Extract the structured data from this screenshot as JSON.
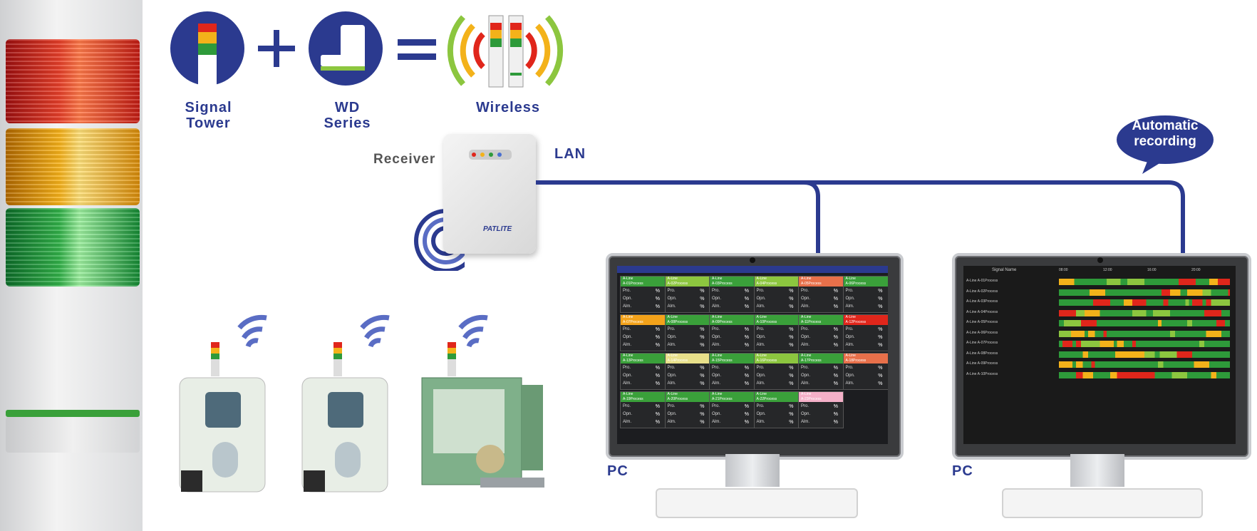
{
  "legend": {
    "signal_tower": "Signal\nTower",
    "wd_series": "WD\nSeries",
    "wireless": "Wireless",
    "plus": "+",
    "equals": "="
  },
  "network": {
    "receiver_label": "Receiver",
    "lan_label": "LAN",
    "auto_recording": "Automatic\nrecording",
    "pc_left": "PC",
    "pc_right": "PC",
    "receiver_brand": "PATLITE"
  },
  "colors": {
    "brand_blue": "#2b3a8f",
    "red": "#e0261b",
    "amber": "#f3b21a",
    "green": "#2e9a3a",
    "lime": "#8cc63f"
  },
  "dashboard": {
    "tiles": [
      {
        "line": "A-Line",
        "name": "A-01Process",
        "color": "#3aa03a",
        "v1": "%",
        "v2": "%",
        "v3": "%"
      },
      {
        "line": "A-Line",
        "name": "A-02Process",
        "color": "#8cc63f",
        "v1": "%",
        "v2": "%",
        "v3": "%"
      },
      {
        "line": "A-Line",
        "name": "A-03Process",
        "color": "#3aa03a",
        "v1": "%",
        "v2": "%",
        "v3": "%"
      },
      {
        "line": "A-Line",
        "name": "A-04Process",
        "color": "#8cc63f",
        "v1": "%",
        "v2": "%",
        "v3": "%"
      },
      {
        "line": "A-Line",
        "name": "A-05Process",
        "color": "#e8704a",
        "v1": "%",
        "v2": "%",
        "v3": "%"
      },
      {
        "line": "A-Line",
        "name": "A-06Process",
        "color": "#3aa03a",
        "v1": "%",
        "v2": "%",
        "v3": "%"
      },
      {
        "line": "A-Line",
        "name": "A-07Process",
        "color": "#f3a21a",
        "v1": "%",
        "v2": "%",
        "v3": "%"
      },
      {
        "line": "A-Line",
        "name": "A-08Process",
        "color": "#3aa03a",
        "v1": "%",
        "v2": "%",
        "v3": "%"
      },
      {
        "line": "A-Line",
        "name": "A-09Process",
        "color": "#3aa03a",
        "v1": "%",
        "v2": "%",
        "v3": "%"
      },
      {
        "line": "A-Line",
        "name": "A-10Process",
        "color": "#3aa03a",
        "v1": "%",
        "v2": "%",
        "v3": "%"
      },
      {
        "line": "A-Line",
        "name": "A-11Process",
        "color": "#3aa03a",
        "v1": "%",
        "v2": "%",
        "v3": "%"
      },
      {
        "line": "A-Line",
        "name": "A-12Process",
        "color": "#e0261b",
        "v1": "%",
        "v2": "%",
        "v3": "%"
      },
      {
        "line": "A-Line",
        "name": "A-13Process",
        "color": "#3aa03a",
        "v1": "%",
        "v2": "%",
        "v3": "%"
      },
      {
        "line": "A-Line",
        "name": "A-14Process",
        "color": "#e8e08a",
        "v1": "%",
        "v2": "%",
        "v3": "%"
      },
      {
        "line": "A-Line",
        "name": "A-15Process",
        "color": "#3aa03a",
        "v1": "%",
        "v2": "%",
        "v3": "%"
      },
      {
        "line": "A-Line",
        "name": "A-16Process",
        "color": "#8cc63f",
        "v1": "%",
        "v2": "%",
        "v3": "%"
      },
      {
        "line": "A-Line",
        "name": "A-17Process",
        "color": "#3aa03a",
        "v1": "%",
        "v2": "%",
        "v3": "%"
      },
      {
        "line": "A-Line",
        "name": "A-18Process",
        "color": "#e8704a",
        "v1": "%",
        "v2": "%",
        "v3": "%"
      },
      {
        "line": "A-Line",
        "name": "A-19Process",
        "color": "#3aa03a",
        "v1": "%",
        "v2": "%",
        "v3": "%"
      },
      {
        "line": "A-Line",
        "name": "A-20Process",
        "color": "#3aa03a",
        "v1": "%",
        "v2": "%",
        "v3": "%"
      },
      {
        "line": "A-Line",
        "name": "A-21Process",
        "color": "#3aa03a",
        "v1": "%",
        "v2": "%",
        "v3": "%"
      },
      {
        "line": "A-Line",
        "name": "A-22Process",
        "color": "#3aa03a",
        "v1": "%",
        "v2": "%",
        "v3": "%"
      },
      {
        "line": "A-Line",
        "name": "A-23Process",
        "color": "#f4b0c8",
        "v1": "%",
        "v2": "%",
        "v3": "%"
      }
    ],
    "row_labels": [
      "Pro.",
      "Opn.",
      "Alm."
    ]
  },
  "timeline": {
    "header": "Signal Name",
    "times": [
      "08:00",
      "12:00",
      "16:00",
      "20:00"
    ],
    "rows": [
      "A-Line A-01Process",
      "A-Line A-02Process",
      "A-Line A-03Process",
      "A-Line A-04Process",
      "A-Line A-05Process",
      "A-Line A-06Process",
      "A-Line A-07Process",
      "A-Line A-08Process",
      "A-Line A-09Process",
      "A-Line A-10Process"
    ]
  }
}
